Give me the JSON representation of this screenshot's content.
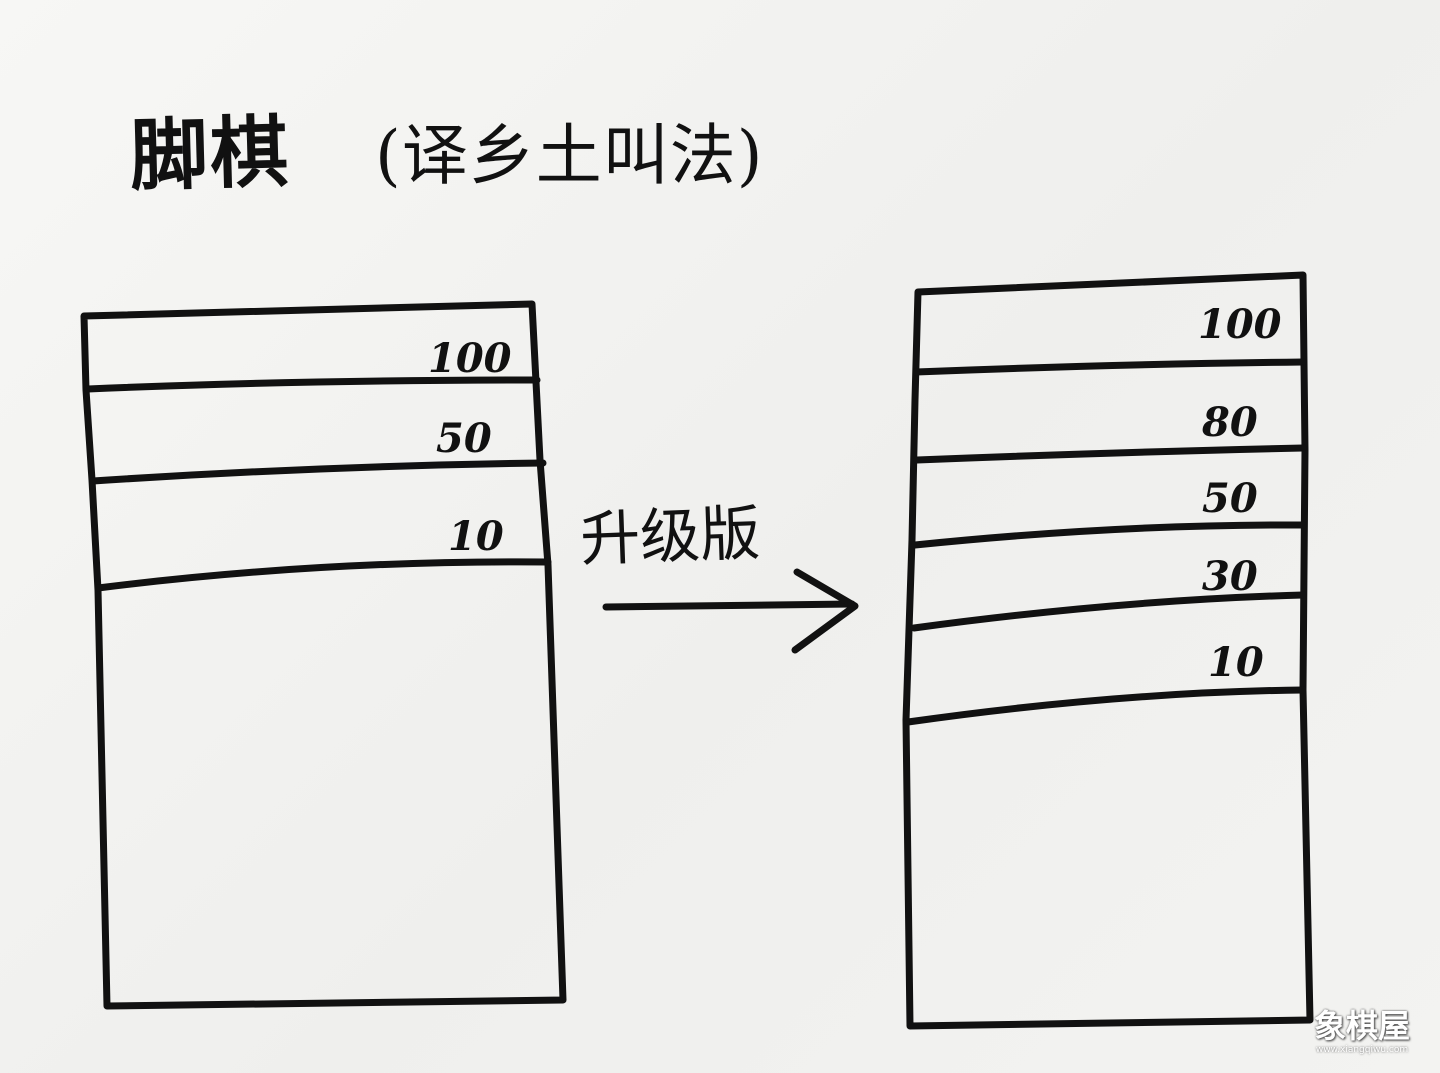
{
  "title": "脚棋",
  "subtitle": "(译乡土叫法)",
  "arrow_label": "升级版",
  "left_board": {
    "levels": [
      "100",
      "50",
      "10"
    ]
  },
  "right_board": {
    "levels": [
      "100",
      "80",
      "50",
      "30",
      "10"
    ]
  },
  "watermark": {
    "name": "象棋屋",
    "url": "www.xiangqiwu.com"
  }
}
